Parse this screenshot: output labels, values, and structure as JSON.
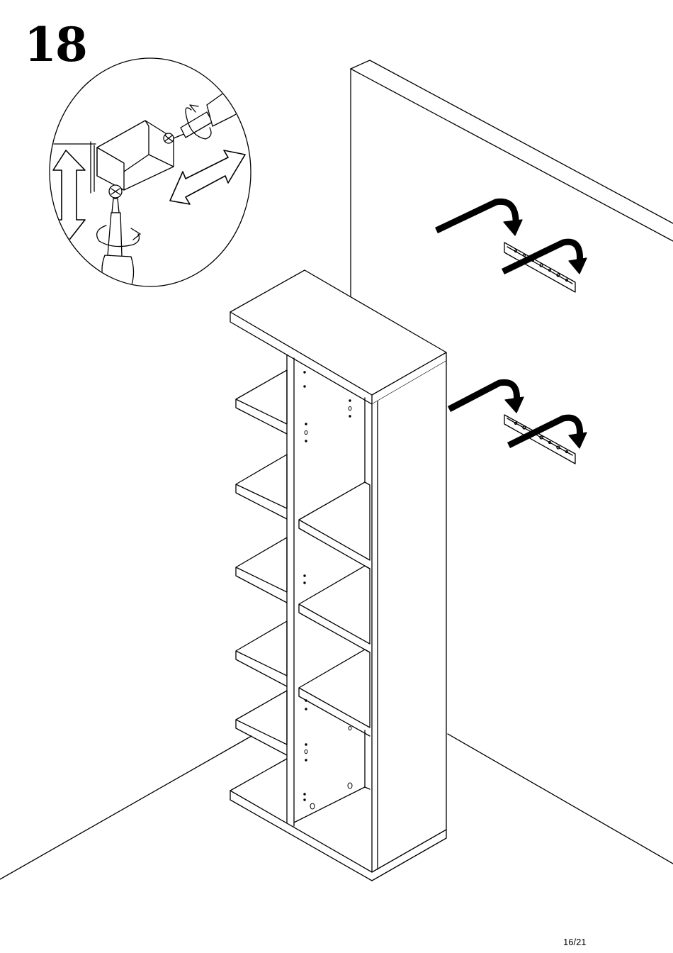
{
  "step": {
    "number": "18"
  },
  "footer": {
    "page": "16/21"
  },
  "colors": {
    "line": "#000000",
    "background": "#ffffff"
  },
  "illustration": {
    "subject": "bookcase-wall-mounting",
    "detail_icons": [
      "screwdriver-icon",
      "adjust-arrow-icon",
      "rotate-arrow-icon"
    ],
    "bracket_count": 2,
    "arrow_count": 4
  }
}
